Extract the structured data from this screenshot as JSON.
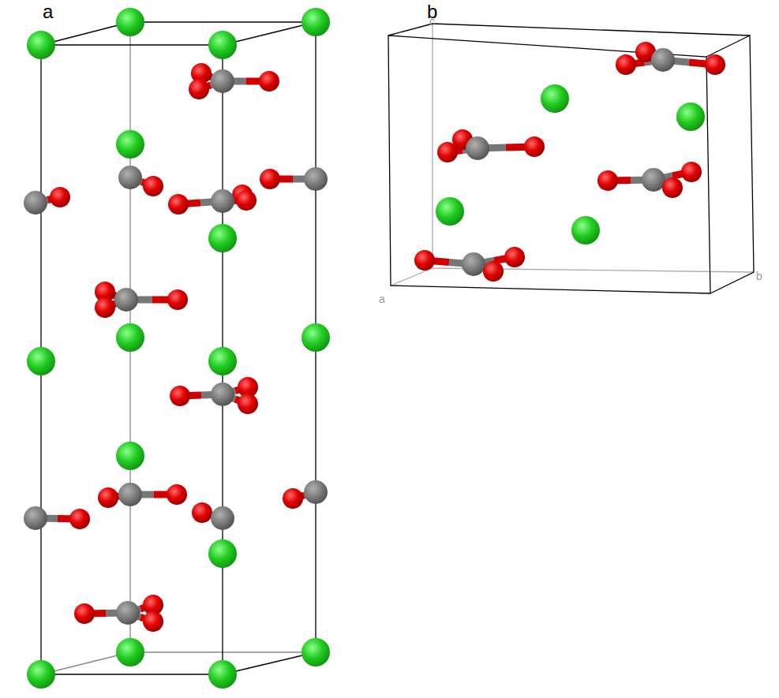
{
  "diagram": {
    "labels": [
      "a",
      "b",
      "c",
      "a",
      "b"
    ]
  }
}
